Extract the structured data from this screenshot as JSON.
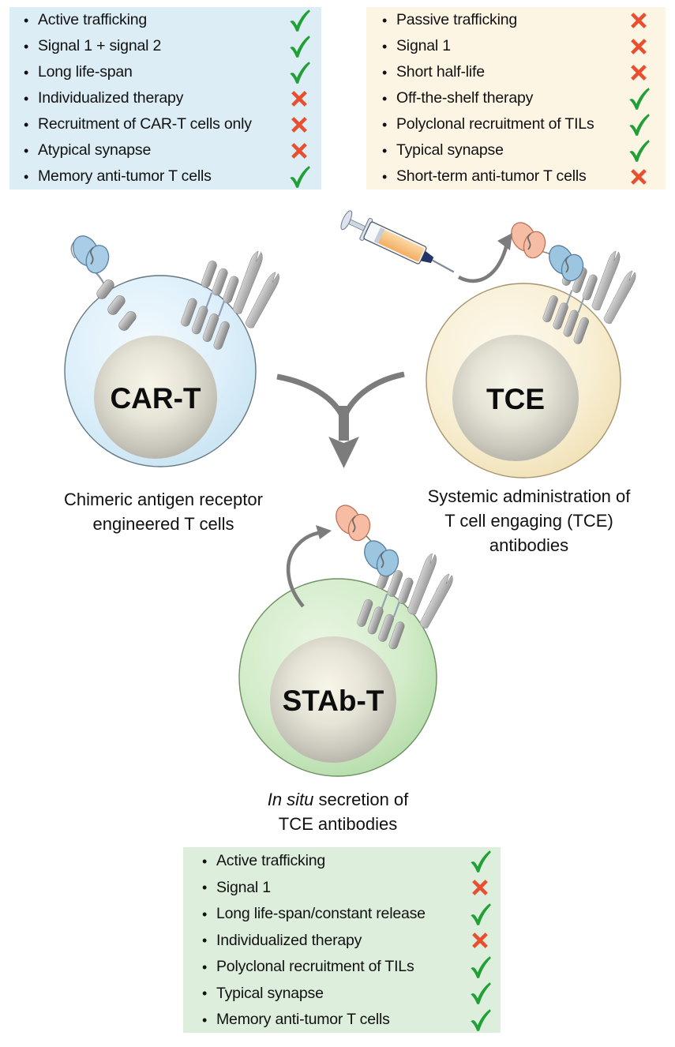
{
  "ui": {
    "bullet": "•"
  },
  "colors": {
    "box_blue_bg": "#dcedf6",
    "box_cream_bg": "#fcf5e4",
    "box_green_bg": "#ddeedd",
    "check_green": "#21a038",
    "cross_red": "#e94f2e",
    "cell_car_t_fill": "#cfe6f4",
    "cell_tce_fill": "#f7ead0",
    "cell_stab_t_fill": "#bfe1b3",
    "nucleus_gray": "#c9c7bb",
    "antibody_pink": "#f6bca4",
    "antibody_blue": "#9cc5e0",
    "receptor_gray": "#a0a0a0",
    "arrow_gray": "#7c7c7c",
    "text_black": "#111111"
  },
  "boxes": {
    "car_t": {
      "items": [
        {
          "label": "Active trafficking",
          "status": "yes"
        },
        {
          "label": "Signal 1 + signal 2",
          "status": "yes"
        },
        {
          "label": "Long life-span",
          "status": "yes"
        },
        {
          "label": "Individualized therapy",
          "status": "no"
        },
        {
          "label": "Recruitment of CAR-T cells only",
          "status": "no"
        },
        {
          "label": "Atypical synapse",
          "status": "no"
        },
        {
          "label": "Memory anti-tumor T cells",
          "status": "yes"
        }
      ]
    },
    "tce": {
      "items": [
        {
          "label": "Passive trafficking",
          "status": "no"
        },
        {
          "label": "Signal 1",
          "status": "no"
        },
        {
          "label": "Short half-life",
          "status": "no"
        },
        {
          "label": "Off-the-shelf therapy",
          "status": "yes"
        },
        {
          "label": "Polyclonal recruitment of TILs",
          "status": "yes"
        },
        {
          "label": "Typical synapse",
          "status": "yes"
        },
        {
          "label": "Short-term anti-tumor T cells",
          "status": "no"
        }
      ]
    },
    "stab_t": {
      "items": [
        {
          "label": "Active trafficking",
          "status": "yes"
        },
        {
          "label": "Signal 1",
          "status": "no"
        },
        {
          "label": "Long life-span/constant release",
          "status": "yes"
        },
        {
          "label": "Individualized therapy",
          "status": "no"
        },
        {
          "label": "Polyclonal recruitment of TILs",
          "status": "yes"
        },
        {
          "label": "Typical synapse",
          "status": "yes"
        },
        {
          "label": "Memory anti-tumor T cells",
          "status": "yes"
        }
      ]
    }
  },
  "cells": {
    "car_t": {
      "label": "CAR-T"
    },
    "tce": {
      "label": "TCE"
    },
    "stab_t": {
      "label": "STAb-T"
    }
  },
  "captions": {
    "car_t": {
      "line1": "Chimeric antigen receptor",
      "line2": "engineered T cells"
    },
    "tce": {
      "line1": "Systemic administration of",
      "line2": "T cell engaging (TCE)",
      "line3": "antibodies"
    },
    "stab_t": {
      "italic": "In situ",
      "line1_rest": " secretion of",
      "line2": "TCE antibodies"
    }
  }
}
